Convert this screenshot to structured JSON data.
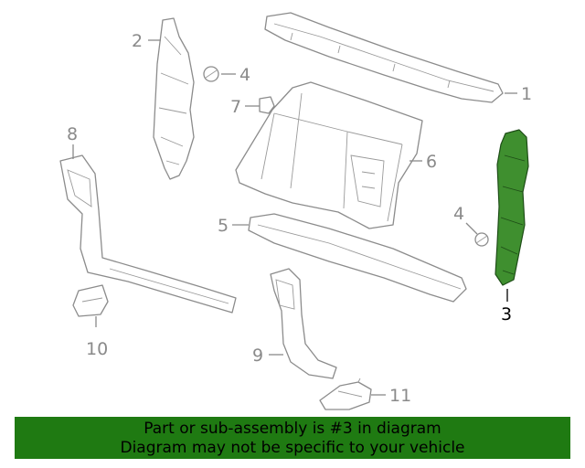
{
  "diagram": {
    "highlighted_part": "3",
    "highlight_color": "#3f8f2f",
    "callouts": {
      "c1": "1",
      "c2": "2",
      "c3": "3",
      "c4a": "4",
      "c4b": "4",
      "c5": "5",
      "c6": "6",
      "c7": "7",
      "c8": "8",
      "c9": "9",
      "c10": "10",
      "c11": "11"
    }
  },
  "banner": {
    "background": "#1f7a12",
    "line1": "Part or sub-assembly is #3 in diagram",
    "line2": "Diagram may not be specific to your vehicle"
  }
}
